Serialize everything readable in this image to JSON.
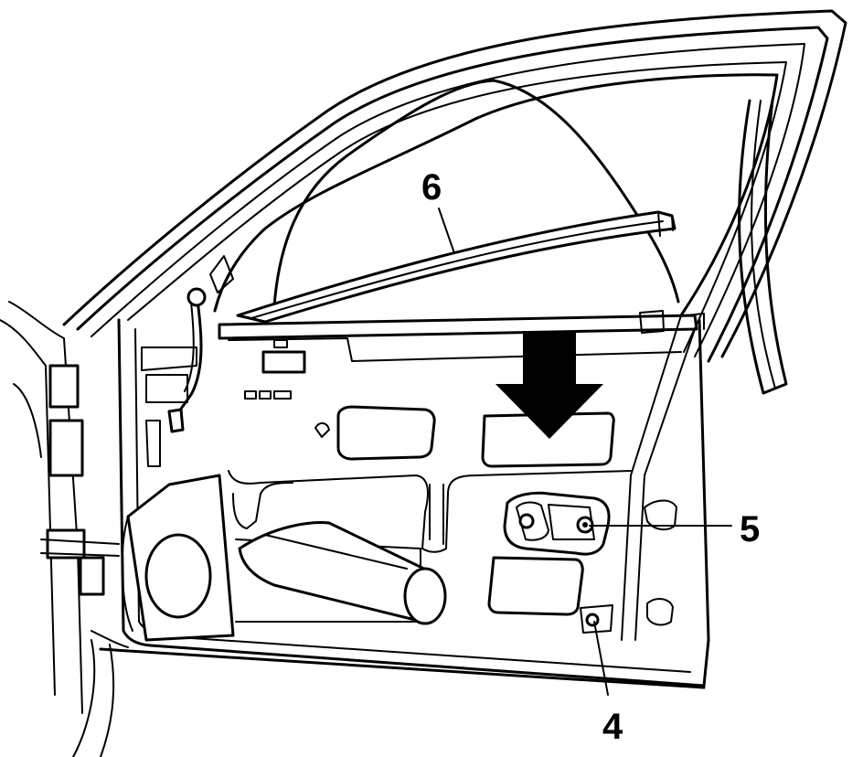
{
  "callouts": [
    {
      "id": "6",
      "label": "6"
    },
    {
      "id": "5",
      "label": "5"
    },
    {
      "id": "4",
      "label": "4"
    }
  ],
  "arrow": {
    "direction": "down",
    "color": "#000000"
  },
  "colors": {
    "line": "#000000",
    "background": "#ffffff"
  }
}
